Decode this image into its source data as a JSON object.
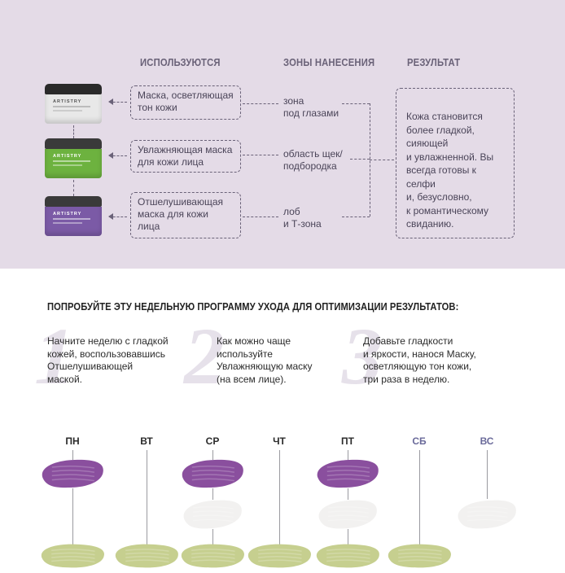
{
  "columns": {
    "used": "ИСПОЛЬЗУЮТСЯ",
    "zones": "ЗОНЫ НАНЕСЕНИЯ",
    "result": "РЕЗУЛЬТАТ"
  },
  "products": [
    {
      "brand": "ARTISTRY",
      "name": "Маска, осветляющая\nтон кожи",
      "zone": "зона\nпод глазами",
      "lid": "#2a2a2a",
      "body": "#e8e8e8",
      "text": "#555555"
    },
    {
      "brand": "ARTISTRY",
      "name": "Увлажняющая маска\nдля кожи лица",
      "zone": "область щек/\nподбородка",
      "lid": "#3a3a3a",
      "body": "#6db23f",
      "text": "#ffffff"
    },
    {
      "brand": "ARTISTRY",
      "name": "Отшелушивающая\nмаска для кожи\nлица",
      "zone": "лоб\nи Т-зона",
      "lid": "#3a3a3a",
      "body": "#7b5aa6",
      "text": "#ffffff"
    }
  ],
  "result_text": "Кожа становится\nболее гладкой,\nсияющей\nи увлажненной. Вы\nвсегда готовы к селфи\nи, безусловно,\nк романтическому\nсвиданию.",
  "headline": "ПОПРОБУЙТЕ ЭТУ НЕДЕЛЬНУЮ ПРОГРАММУ УХОДА ДЛЯ ОПТИМИЗАЦИИ РЕЗУЛЬТАТОВ:",
  "steps": [
    {
      "num": "1",
      "text": "Начните неделю с гладкой\nкожей, воспользовавшись\nОтшелушивающей\nмаской."
    },
    {
      "num": "2",
      "text": "Как можно чаще\nиспользуйте\nУвлажняющую маску\n(на всем лице)."
    },
    {
      "num": "3",
      "text": "Добавьте гладкости\nи яркости, нанося Маску,\nосветляющую тон кожи,\nтри раза в неделю."
    }
  ],
  "days": [
    {
      "label": "ПН",
      "color": "#2b2b2b",
      "purple": true,
      "white": false,
      "green": true
    },
    {
      "label": "ВТ",
      "color": "#2b2b2b",
      "purple": false,
      "white": false,
      "green": true
    },
    {
      "label": "СР",
      "color": "#2b2b2b",
      "purple": true,
      "white": true,
      "green": true
    },
    {
      "label": "ЧТ",
      "color": "#2b2b2b",
      "purple": false,
      "white": false,
      "green": true
    },
    {
      "label": "ПТ",
      "color": "#2b2b2b",
      "purple": true,
      "white": true,
      "green": true
    },
    {
      "label": "СБ",
      "color": "#6a6a9a",
      "purple": false,
      "white": false,
      "green": true
    },
    {
      "label": "ВС",
      "color": "#6a6a9a",
      "purple": false,
      "white": true,
      "green": false
    }
  ],
  "colors": {
    "top_bg": "#e4dbe7",
    "purple_mask": "#8a4f9e",
    "white_mask": "#f2f1f0",
    "green_mask": "#c6cf8f"
  }
}
